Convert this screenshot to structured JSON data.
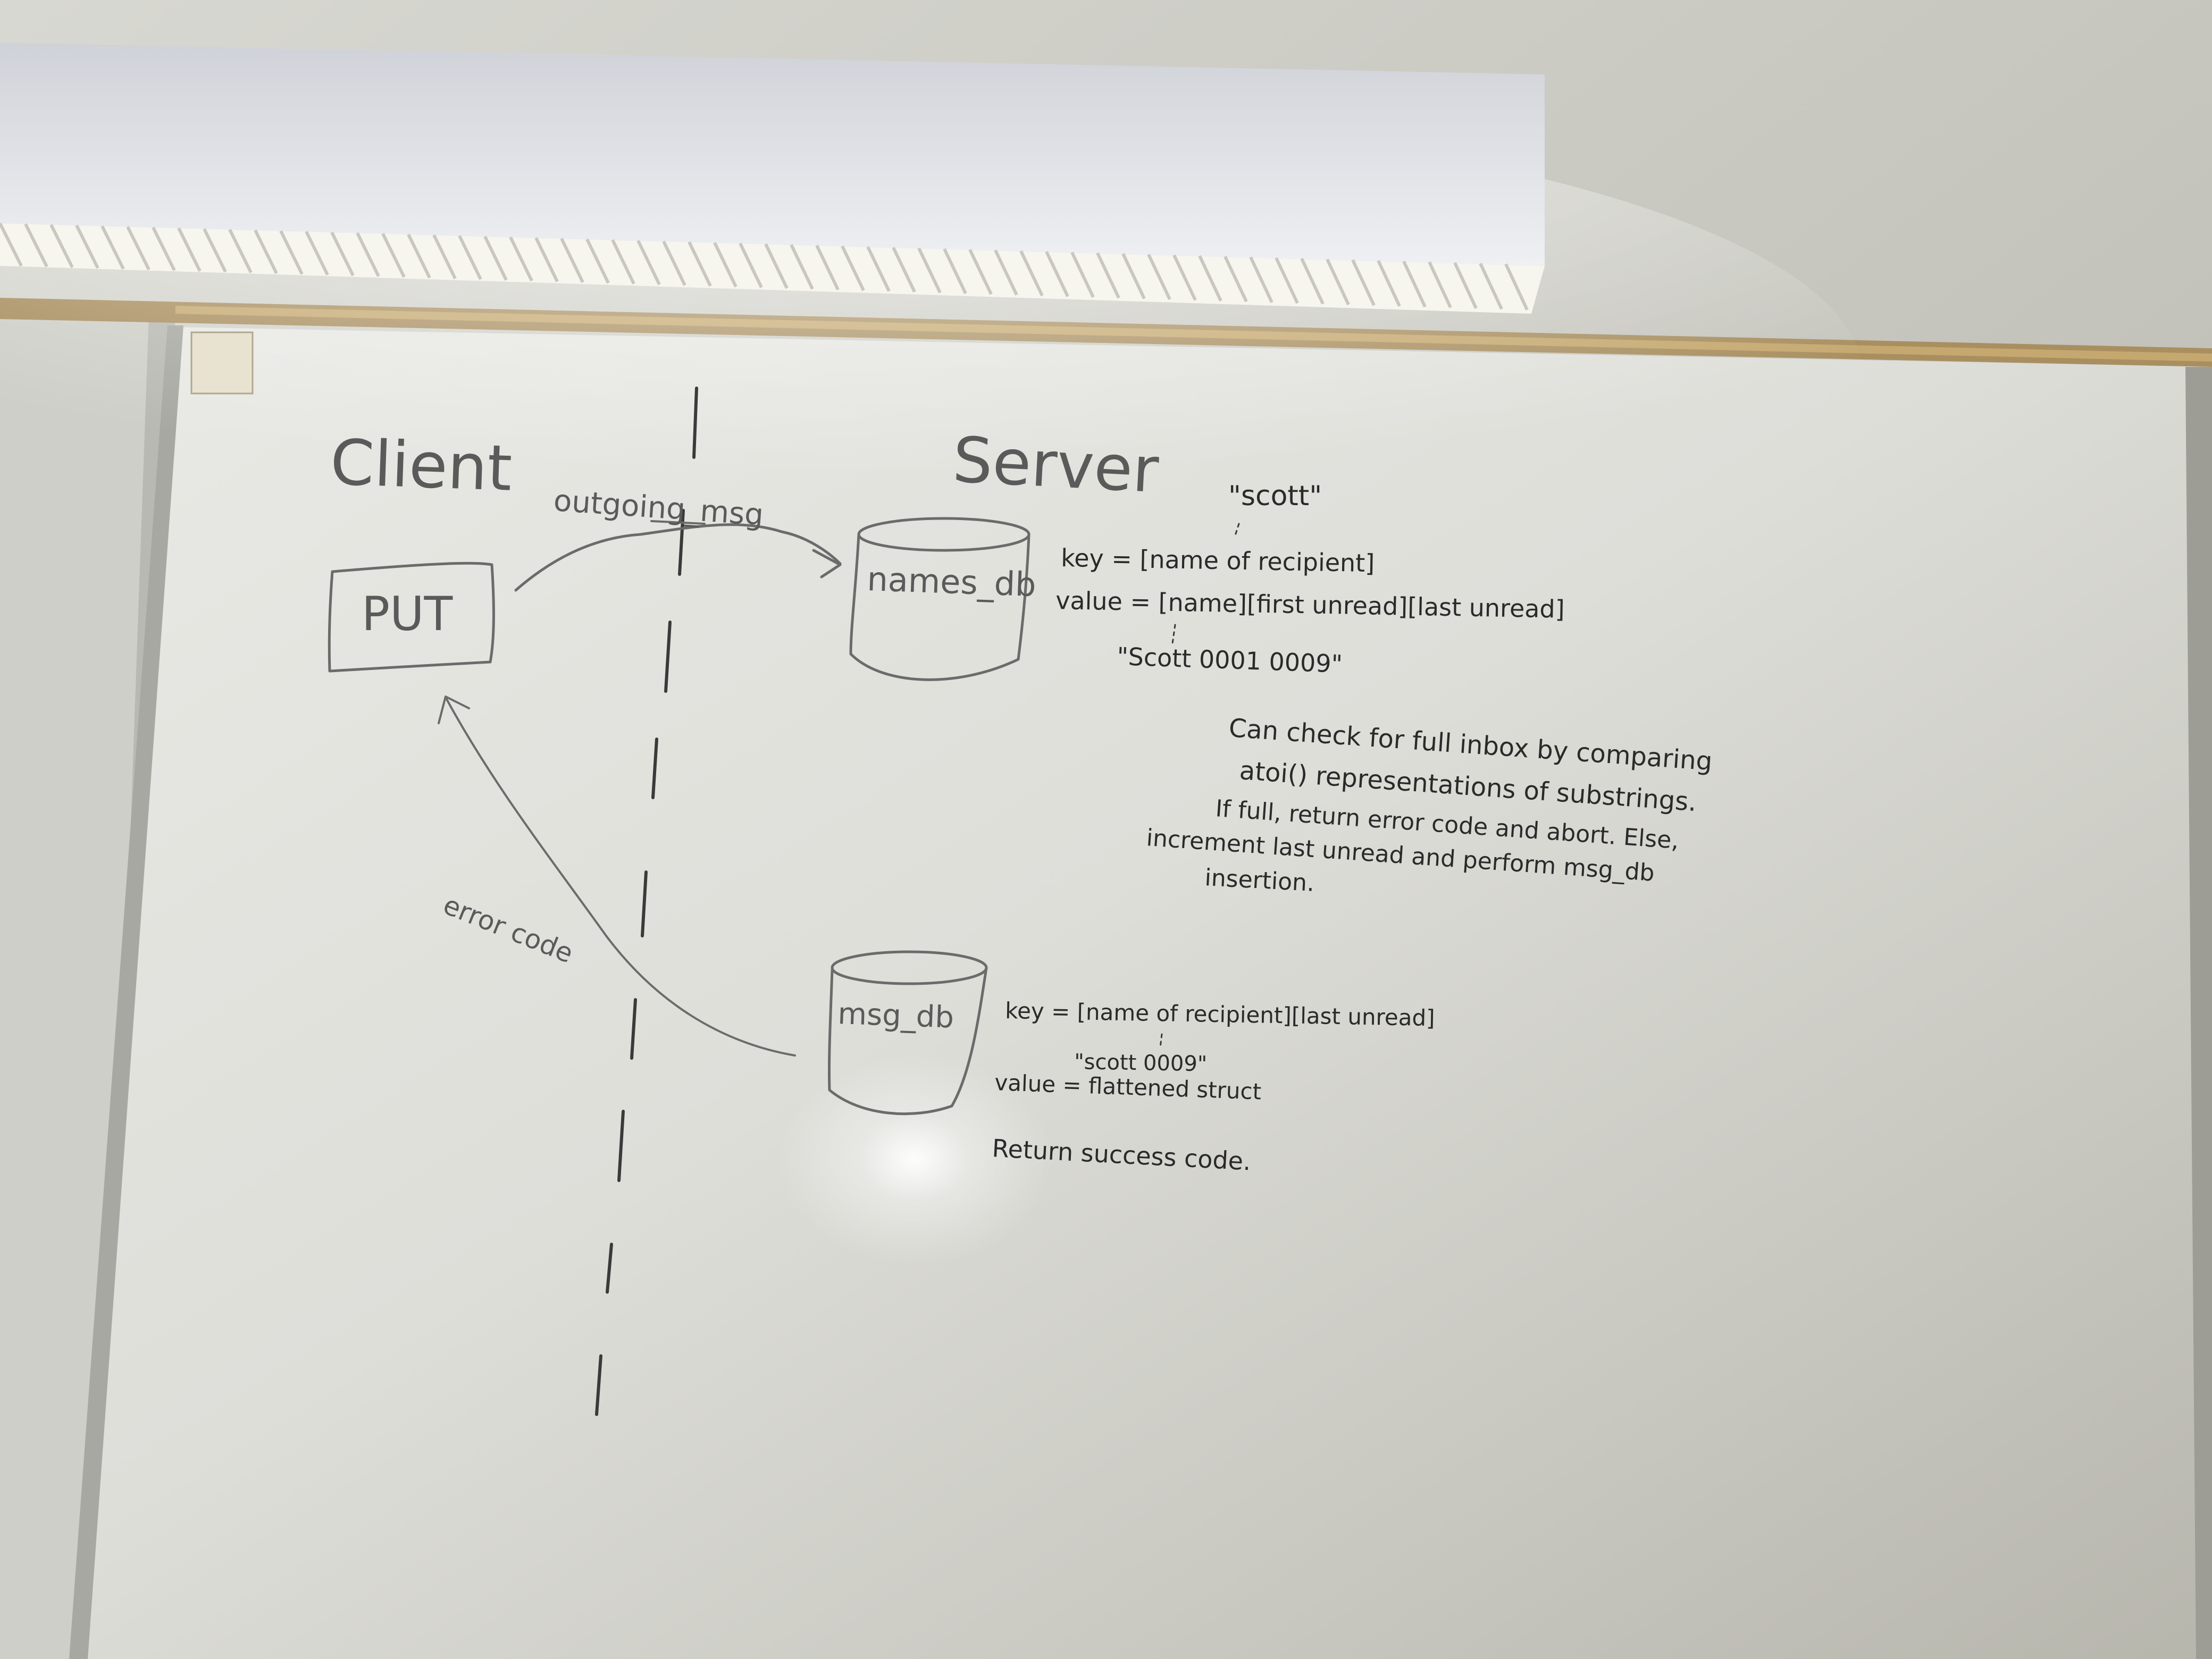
{
  "whiteboard": {
    "client_label": "Client",
    "server_label": "Server",
    "put_box": "PUT",
    "outgoing_label": "outgoing_msg",
    "error_label": "error code",
    "names_db": {
      "label": "names_db",
      "scott_label": "\"scott\"",
      "key_line": "key = [name of recipient]",
      "value_line": "value = [name][first unread][last unread]",
      "example": "\"Scott 0001 0009\""
    },
    "note": {
      "line1": "Can check for full inbox by comparing",
      "line2": "atoi() representations of substrings.",
      "line3": "If full, return error code and abort. Else,",
      "line4": "increment last unread and perform msg_db",
      "line5": "insertion."
    },
    "msg_db": {
      "label": "msg_db",
      "key_line": "key = [name of recipient][last unread]",
      "scott_example": "\"scott 0009\"",
      "value_line": "value = flattened struct",
      "return_line": "Return success code."
    }
  },
  "colors": {
    "board": "#dcdcd6",
    "ink": "#2a2a2a",
    "wall": "#c9c8c1",
    "light": "#f7f6ee"
  }
}
